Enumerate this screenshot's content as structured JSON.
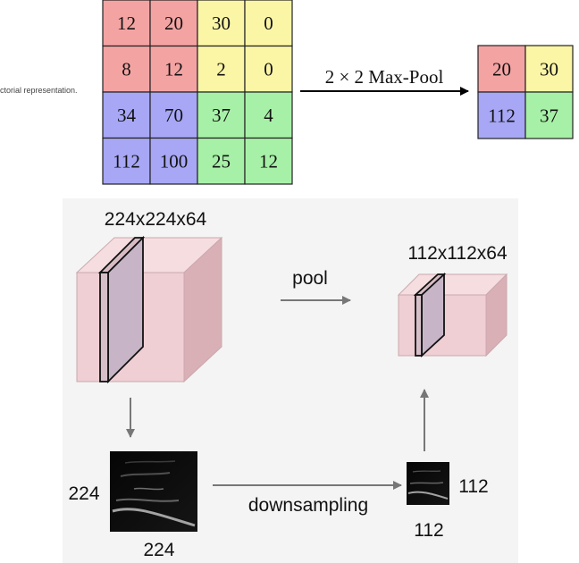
{
  "caption": "Pictorial representation.",
  "max_pool": {
    "input_grid": [
      [
        12,
        20,
        30,
        0
      ],
      [
        8,
        12,
        2,
        0
      ],
      [
        34,
        70,
        37,
        4
      ],
      [
        112,
        100,
        25,
        12
      ]
    ],
    "operation_label": "2 × 2 Max-Pool",
    "output_grid": [
      [
        20,
        30
      ],
      [
        112,
        37
      ]
    ],
    "colors": {
      "top_left": "#f4a3a3",
      "top_right": "#fbf5a6",
      "bottom_left": "#a7a7f5",
      "bottom_right": "#a7f0a7",
      "grid_line": "#222222"
    }
  },
  "volume_pool": {
    "input_volume_label": "224x224x64",
    "pool_label": "pool",
    "output_volume_label": "112x112x64",
    "downsampling_label": "downsampling",
    "input_image": {
      "left_label": "224",
      "bottom_label": "224"
    },
    "output_image": {
      "right_label": "112",
      "bottom_label": "112"
    },
    "colors": {
      "cube_front": "#efcfd3",
      "cube_top": "#f6dde0",
      "cube_side": "#d9b0b6",
      "slice": "#c7b5c7",
      "arrow": "#777777",
      "panel": "#f4f4f4"
    }
  }
}
